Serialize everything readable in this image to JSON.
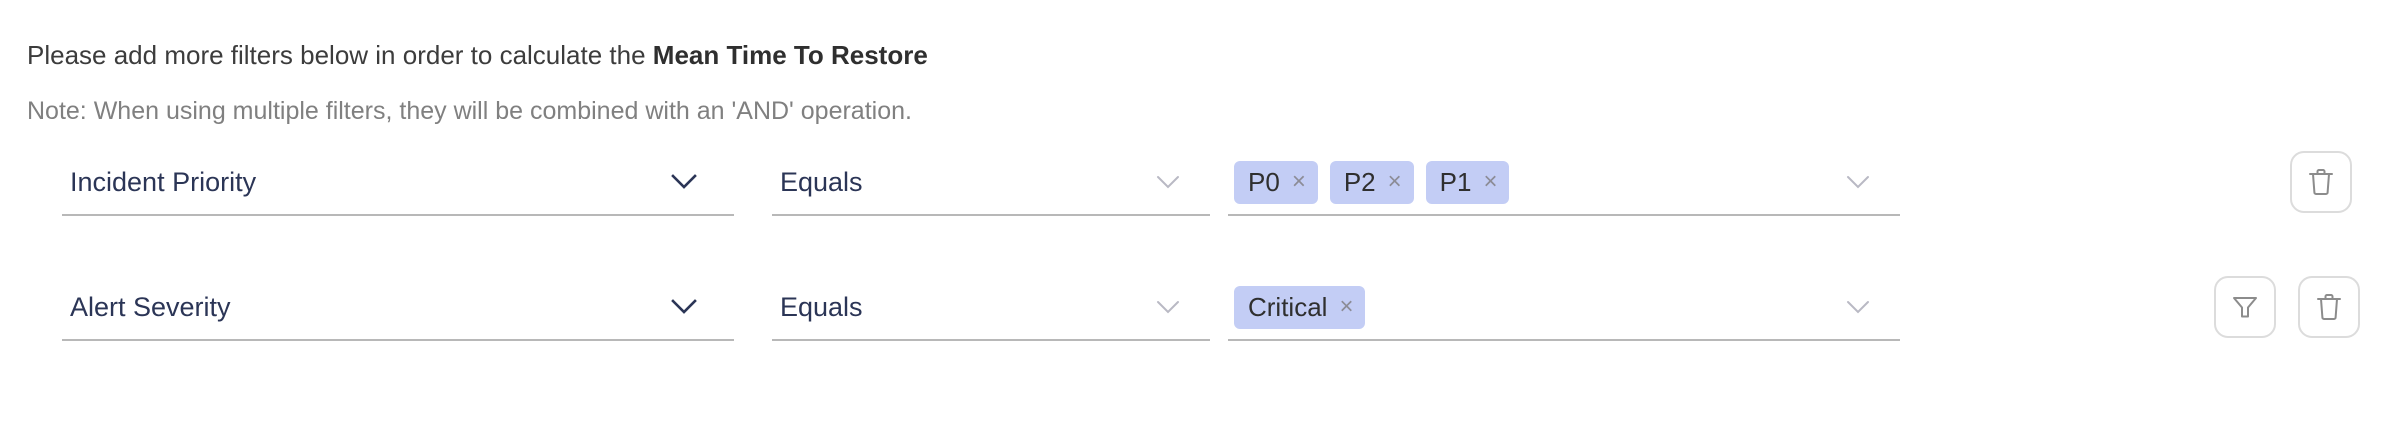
{
  "header": {
    "prefix": "Please add more filters below in order to calculate the ",
    "metric": "Mean Time To Restore",
    "note": "Note: When using multiple filters, they will be combined with an 'AND' operation."
  },
  "colors": {
    "chip_background": "#c3cdf5",
    "field_text": "#2b3556",
    "underline": "#b8b8b8",
    "note_text": "#808080",
    "icon_stroke": "#8c8c8c",
    "button_border": "#dcdcdc"
  },
  "icons": {
    "chevron_down": "chevron-down-icon",
    "chip_remove": "×",
    "trash": "trash-icon",
    "funnel": "funnel-icon"
  },
  "filters": [
    {
      "field": "Incident Priority",
      "operator": "Equals",
      "values": [
        "P0",
        "P2",
        "P1"
      ],
      "actions": [
        "delete"
      ]
    },
    {
      "field": "Alert Severity",
      "operator": "Equals",
      "values": [
        "Critical"
      ],
      "actions": [
        "add-filter",
        "delete"
      ]
    }
  ]
}
